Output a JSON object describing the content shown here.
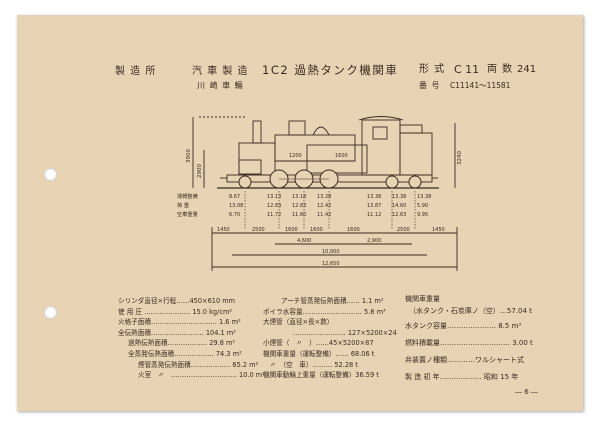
{
  "header": {
    "maker_label": "製 造 所",
    "maker_1": "汽 車 製 造",
    "maker_2": "川 崎 車 輛",
    "title": "1C2 過熱タンク機関車",
    "form_label": "形 式",
    "form_value": "C 11",
    "count_label": "両 数",
    "count_value": "241",
    "number_label": "番 号",
    "number_value": "C11141～11581"
  },
  "diagram": {
    "vertical_dims": [
      "3900",
      "2900",
      "3240"
    ],
    "axle_label_lines": [
      "運轉整備",
      "荷 重",
      "空車重量"
    ],
    "axle_values": [
      [
        "8.67",
        "13.08",
        "6.70"
      ],
      [
        "13.13",
        "12.83",
        "11.72"
      ],
      [
        "13.18",
        "12.83",
        "11.60"
      ],
      [
        "13.28",
        "12.42",
        "11.42"
      ],
      [
        "13.38",
        "13.87",
        "11.12"
      ],
      [
        "13.38",
        "14.60",
        "12.63"
      ],
      [
        "13.38",
        "5.90",
        "9.95"
      ]
    ],
    "horizontal_dims": [
      "1450",
      "2500",
      "1600",
      "1600",
      "1600",
      "2500",
      "1450"
    ],
    "span_1": "4,600",
    "span_2": "2,900",
    "overall_1": "10,000",
    "overall_2": "12,650",
    "boiler_dims": [
      "1200",
      "1600"
    ]
  },
  "specs": {
    "left": [
      "シリンダ直径×行程……450×610 mm",
      "使 用 圧 ………………… 15.0 kg/cm²",
      "火格子面積………………………… 1.6 m²",
      "全伝熱面積…………………… 104.1 m²",
      "過熱伝熱面積……………… 29.8 m²",
      "全蒸発伝熱面積……………… 74.3 m²",
      "煙管蒸発伝熱面積……………… 65.2 m²",
      "火室　〃　………………………… 10.0 m²"
    ],
    "middle": [
      "アーチ管蒸発伝熱面積…… 1.1 m²",
      "ボイラ水容量……………………… 5.8 m³",
      "大煙管（直径×長×数）",
      "…………………… 127×5200×24",
      "小煙管（　〃　）……45×5200×87",
      "機関車重量（運転整備）…… 68.06 t",
      "　〃　（空　車）……… 52.28 t",
      "機関車動輪上重量（運転整備）36.59 t"
    ],
    "right": [
      "機関車重量",
      "（水タンク・石炭庫ノ（空）…57.04 t",
      "水タンク容量………………… 8.5 m³",
      "燃料積載量………………………… 3.00 t",
      "弁装置ノ種類…………ワルシャート式",
      "製 造 初 年……………… 昭和 15 年"
    ]
  },
  "page_number": "― 6 ―"
}
